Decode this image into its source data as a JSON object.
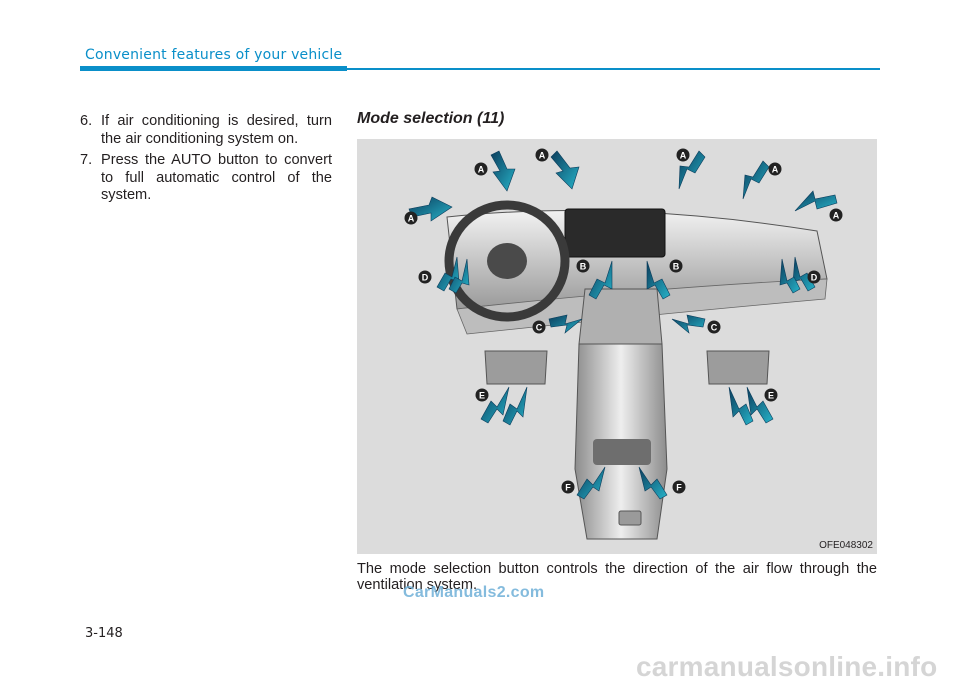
{
  "header": {
    "title": "Convenient features of your vehicle",
    "accent_color": "#0a8fc9"
  },
  "steps": [
    {
      "num": "6.",
      "text": "If air conditioning is desired, turn the air conditioning system on."
    },
    {
      "num": "7.",
      "text": "Press the AUTO button to convert to full automatic control of the system."
    }
  ],
  "section": {
    "title": "Mode selection (11)"
  },
  "figure": {
    "code": "OFE048302",
    "labels": [
      "A",
      "A",
      "A",
      "A",
      "A",
      "A",
      "B",
      "B",
      "C",
      "C",
      "D",
      "D",
      "E",
      "E",
      "F",
      "F"
    ],
    "arrow_color": "#1a8fb0"
  },
  "caption": "The mode selection button controls the direction of the air flow through the ventilation system.",
  "watermark": "CarManuals2.com",
  "page_number": "3-148",
  "footer_watermark": "carmanualsonline.info"
}
